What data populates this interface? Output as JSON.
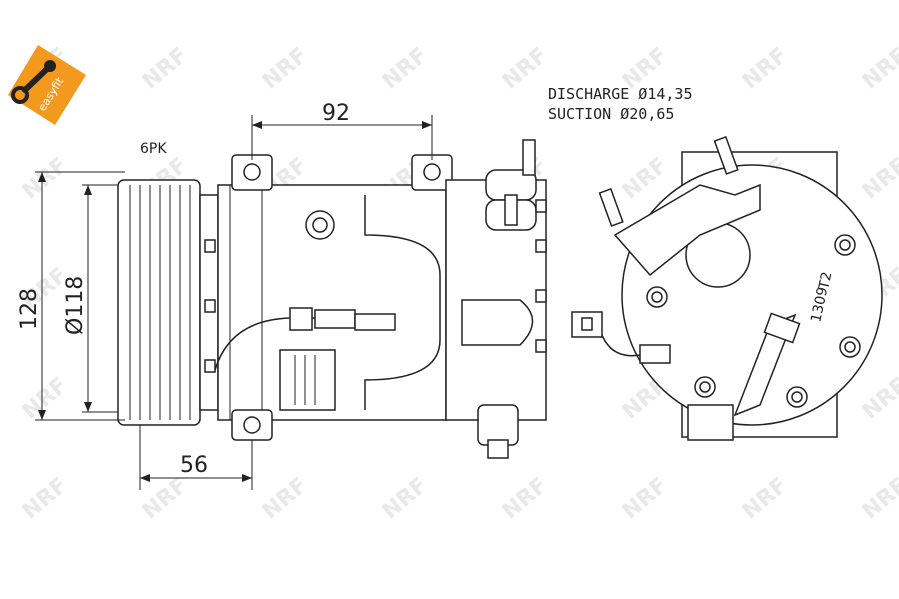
{
  "badge": {
    "label": "easyfit",
    "color": "#f39a1e"
  },
  "watermark": {
    "text": "NRF"
  },
  "specs": {
    "discharge": "DISCHARGE  Ø14,35",
    "suction": "SUCTION  Ø20,65"
  },
  "pulley": {
    "label": "6PK"
  },
  "dimensions": {
    "top_width": "92",
    "height_total": "128",
    "pulley_diameter": "Ø118",
    "bottom_width": "56"
  },
  "rear_marking": {
    "line1": "T2",
    "line2": "1309"
  }
}
